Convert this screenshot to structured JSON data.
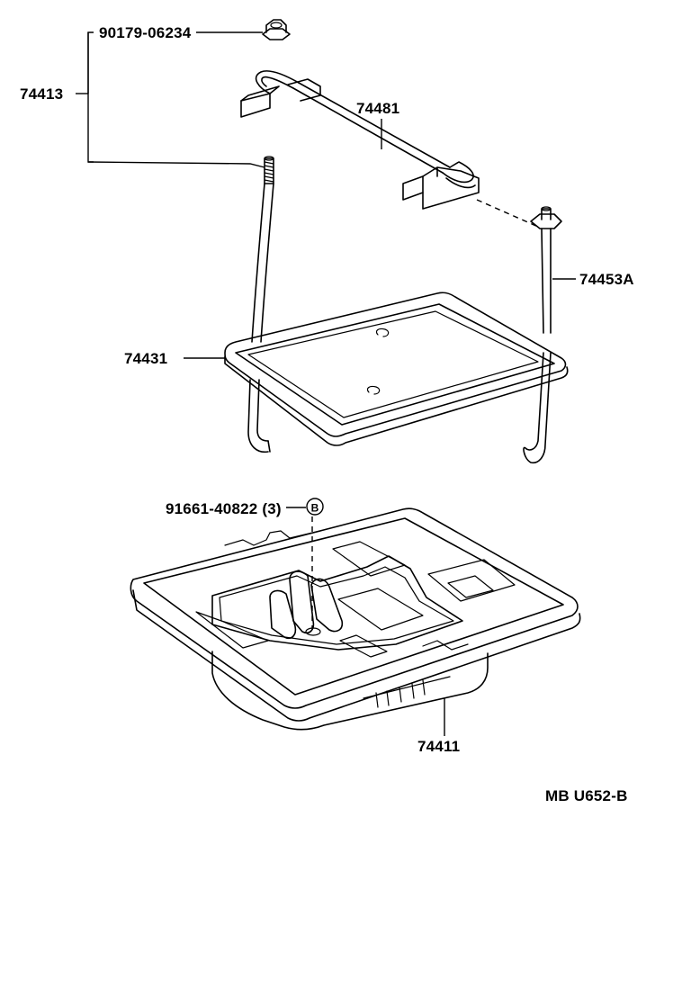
{
  "callouts": {
    "nut": "90179-06234",
    "rod_left": "74413",
    "clamp": "74481",
    "rod_right": "74453A",
    "tray_upper": "74431",
    "bolt": "91661-40822 (3)",
    "bolt_marker": "B",
    "tray_lower": "74411"
  },
  "figure_code": "MB U652-B"
}
